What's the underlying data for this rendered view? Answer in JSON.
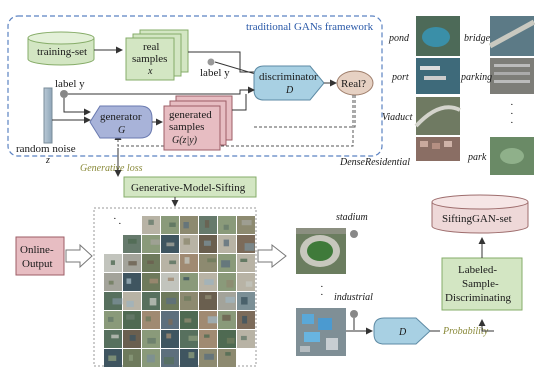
{
  "colors": {
    "frame_border": "#5b82c2",
    "frame_title": "#2a59a8",
    "green_box": "#d3e6c3",
    "green_border": "#86ac68",
    "pink_box": "#e7bdc2",
    "pink_border": "#9e5d66",
    "blue_shape": "#a8d0e3",
    "blue_border": "#5d8aa4",
    "real_fill": "#e6d1c3",
    "cylinder_fill": "#eed8d8",
    "olive_text": "#8a8a3a"
  },
  "framework": {
    "title": "traditional GANs framework",
    "training_set": "training-set",
    "real_samples": [
      "real",
      "samples",
      "x"
    ],
    "label_y_left": "label y",
    "label_y_right": "label y",
    "discriminator": [
      "discriminator",
      "D"
    ],
    "real_question": "Real?",
    "generator": [
      "generator",
      "G"
    ],
    "generated_samples": [
      "generated",
      "samples",
      "G(z|y)"
    ],
    "random_noise": "random noise",
    "noise_var": "z",
    "generative_loss": "Generative loss"
  },
  "categories": {
    "pond": "pond",
    "bridge": "bridge",
    "port": "port",
    "parking": "parking",
    "viaduct": "Viaduct",
    "dense_residential": "DenseResidential",
    "park": "park",
    "dots": "·"
  },
  "pipeline": {
    "sifting": "Generative-Model-Sifting",
    "online_output": [
      "Online-",
      "Output"
    ],
    "stadium": "stadium",
    "industrial": "industrial",
    "dots": "·",
    "d_label": "D",
    "probability": "Probability",
    "labeled_sample": [
      "Labeled-",
      "Sample-",
      "Discriminating"
    ],
    "siftinggan_set": "SiftingGAN-set"
  }
}
